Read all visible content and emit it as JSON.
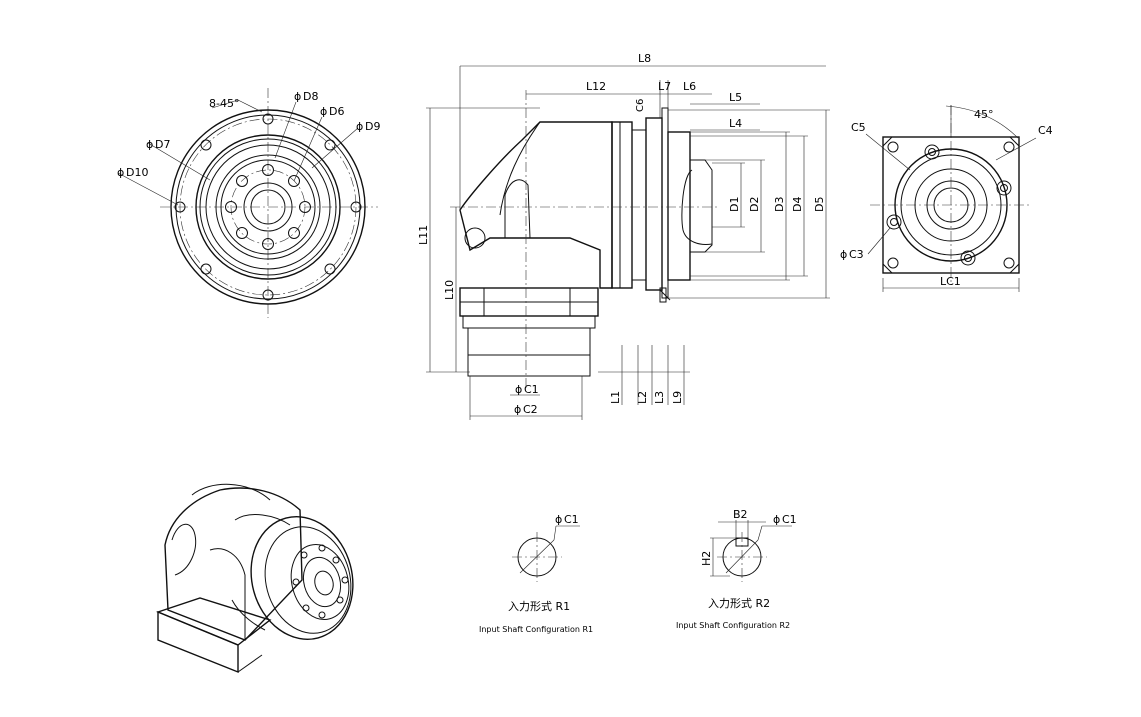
{
  "front_view": {
    "holes_label": "8-45°",
    "D6": "D6",
    "D7": "D7",
    "D8": "D8",
    "D9": "D9",
    "D10": "D10"
  },
  "side_view": {
    "L1": "L1",
    "L2": "L2",
    "L3": "L3",
    "L4": "L4",
    "L5": "L5",
    "L6": "L6",
    "L7": "L7",
    "L8": "L8",
    "L9": "L9",
    "L10": "L10",
    "L11": "L11",
    "L12": "L12",
    "C1": "C1",
    "C2": "C2",
    "C6": "C6",
    "D1": "D1",
    "D2": "D2",
    "D3": "D3",
    "D4": "D4",
    "D5": "D5"
  },
  "flange_view": {
    "angle": "45°",
    "C3": "C3",
    "C4": "C4",
    "C5": "C5",
    "LC1": "LC1"
  },
  "r1": {
    "C1": "C1",
    "caption_cn": "入力形式 R1",
    "caption_en": "Input Shaft Configuration R1"
  },
  "r2": {
    "B2": "B2",
    "C1": "C1",
    "H2": "H2",
    "caption_cn": "入力形式 R2",
    "caption_en": "Input Shaft Configuration R2"
  },
  "phi_symbol": "ϕ"
}
